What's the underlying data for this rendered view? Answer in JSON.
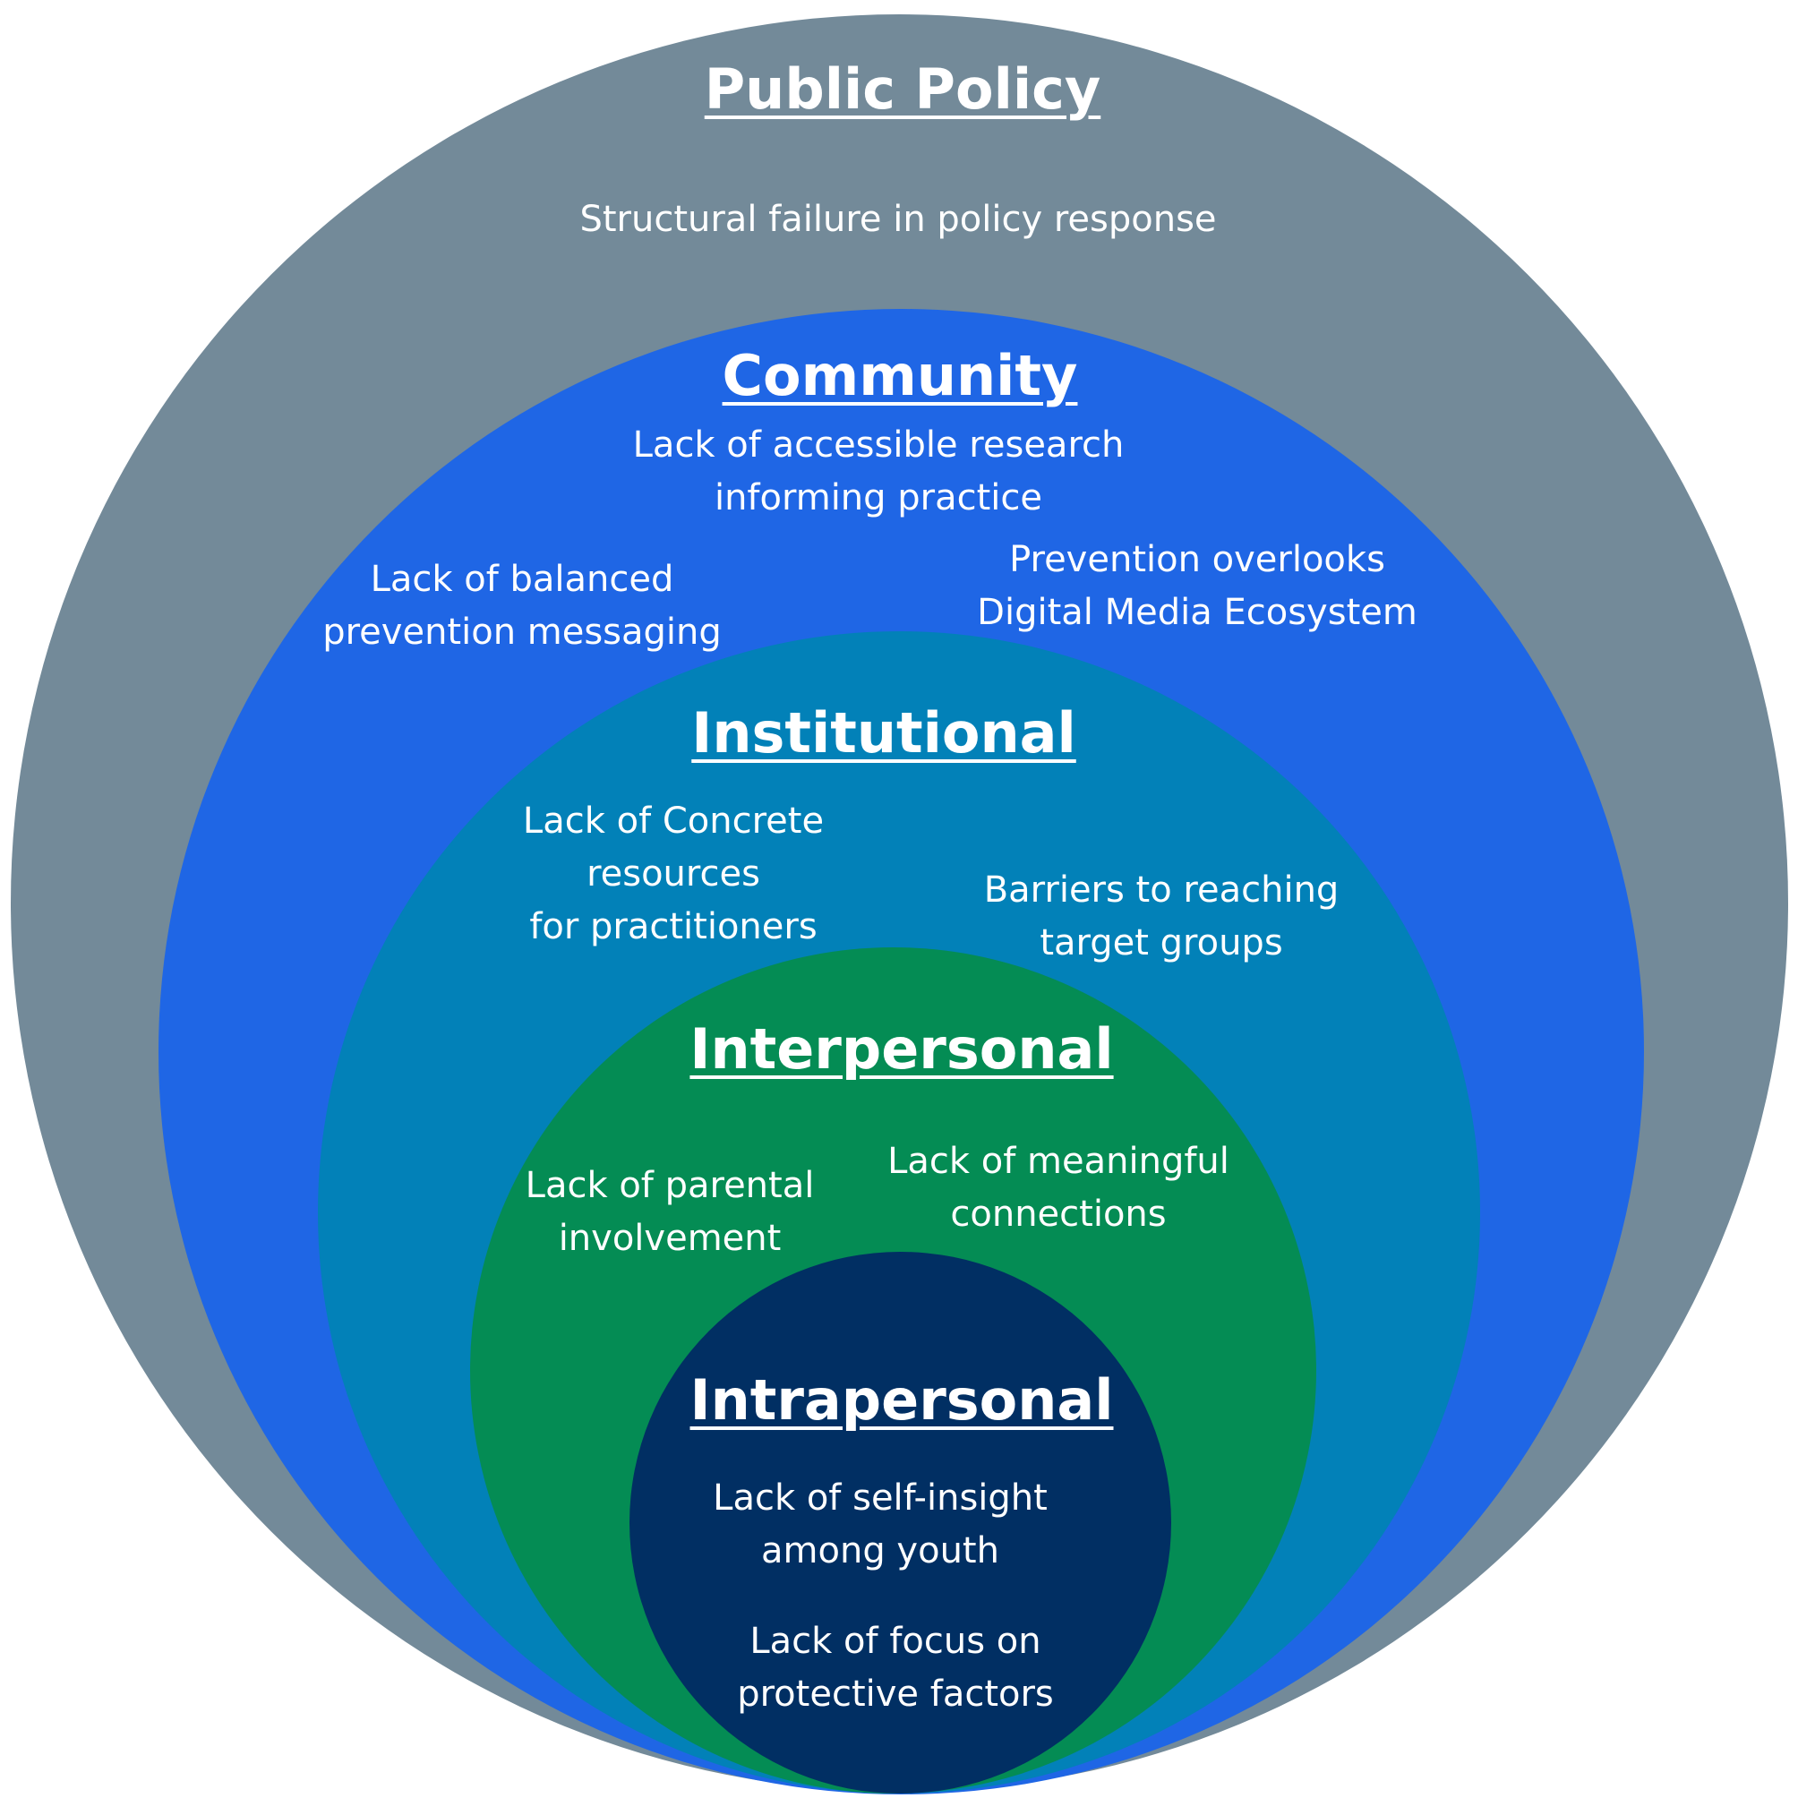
{
  "colors": {
    "public_policy": "#738a99",
    "community": "#1f66e5",
    "institutional": "#0281b8",
    "interpersonal": "#048c54",
    "intrapersonal": "#012f63",
    "text": "#ffffff"
  },
  "levels": {
    "public_policy": {
      "title": "Public Policy",
      "items": [
        "Structural failure in policy response"
      ]
    },
    "community": {
      "title": "Community",
      "items": [
        "Lack of accessible research\ninforming practice",
        "Lack of balanced\nprevention messaging",
        "Prevention overlooks\nDigital Media Ecosystem"
      ]
    },
    "institutional": {
      "title": "Institutional",
      "items": [
        "Lack of Concrete\nresources\nfor practitioners",
        "Barriers to reaching\ntarget groups"
      ]
    },
    "interpersonal": {
      "title": "Interpersonal",
      "items": [
        "Lack of parental\ninvolvement",
        "Lack of meaningful\nconnections"
      ]
    },
    "intrapersonal": {
      "title": "Intrapersonal",
      "items": [
        "Lack of self-insight\namong youth",
        "Lack of focus on\nprotective factors"
      ]
    }
  }
}
